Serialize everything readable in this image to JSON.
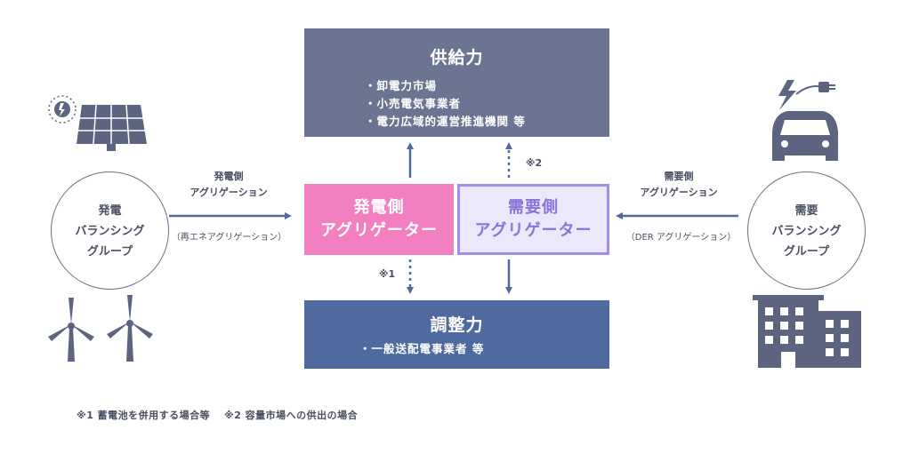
{
  "supply": {
    "title": "供給力",
    "items": [
      "卸電力市場",
      "小売電気事業者",
      "電力広域的運営推進機関 等"
    ]
  },
  "adjust": {
    "title": "調整力",
    "items": [
      "一般送配電事業者 等"
    ]
  },
  "gen_agg": {
    "line1": "発電側",
    "line2": "アグリゲーター"
  },
  "dem_agg": {
    "line1": "需要側",
    "line2": "アグリゲーター"
  },
  "left_group": {
    "line1": "発電",
    "line2": "バランシング",
    "line3": "グループ"
  },
  "right_group": {
    "line1": "需要",
    "line2": "バランシング",
    "line3": "グループ"
  },
  "left_arrow_label": {
    "line1": "発電側",
    "line2": "アグリゲーション",
    "sub": "（再エネアグリゲーション）"
  },
  "right_arrow_label": {
    "line1": "需要側",
    "line2": "アグリゲーション",
    "sub": "（DER アグリゲーション）"
  },
  "note1_mark": "※1",
  "note2_mark": "※2",
  "footnote": "※1  蓄電池を併用する場合等　 ※2  容量市場への供出の場合",
  "colors": {
    "supply": "#6b7591",
    "adjust": "#4f6a9e",
    "gen_agg": "#f27fbf",
    "dem_agg_border": "#a48de6",
    "arrow": "#4f6a9e",
    "icon": "#5c6480"
  },
  "icons": [
    "solar-panel-icon",
    "wind-turbine-icon",
    "ev-car-icon",
    "building-icon"
  ]
}
